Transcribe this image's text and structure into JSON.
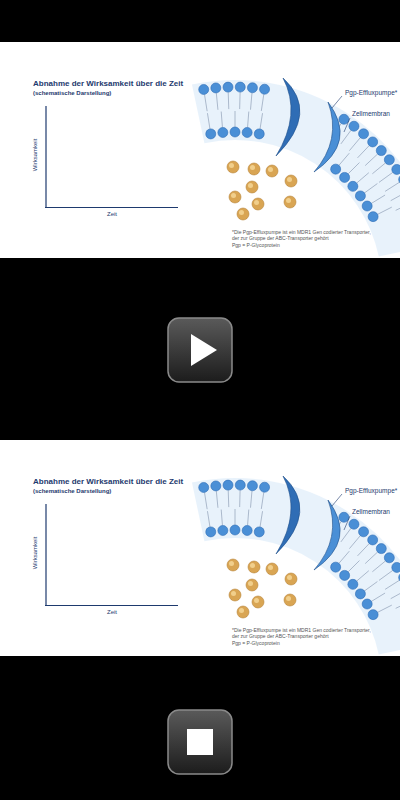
{
  "diagram": {
    "labels": [
      "Abnahme der Wirksamkeit über die Zeit",
      "(schematische Darstellung)",
      "Wirksamkeit",
      "Zeit",
      "Pgp-Effluxpumpe*",
      "Zellmembran",
      "*Die Pgp-Effluxpumpe ist ein MDR1 Gen codierter Transporter, der zur Gruppe der ABC-Transporter gehört",
      "Pgp = P-Glycoprotein",
      "Abnahme der Wirksamkeit über die Zeit",
      "(schematische Darstellung)",
      "Wirksamkeit",
      "Zeit",
      "Pgp-Effluxpumpe*",
      "Zellmembran",
      "*Die Pgp-Effluxpumpe ist ein MDR1 Gen codierter Transporter, der zur Gruppe der ABC-Transporter gehört",
      "Pgp = P-Glycoprotein"
    ]
  }
}
